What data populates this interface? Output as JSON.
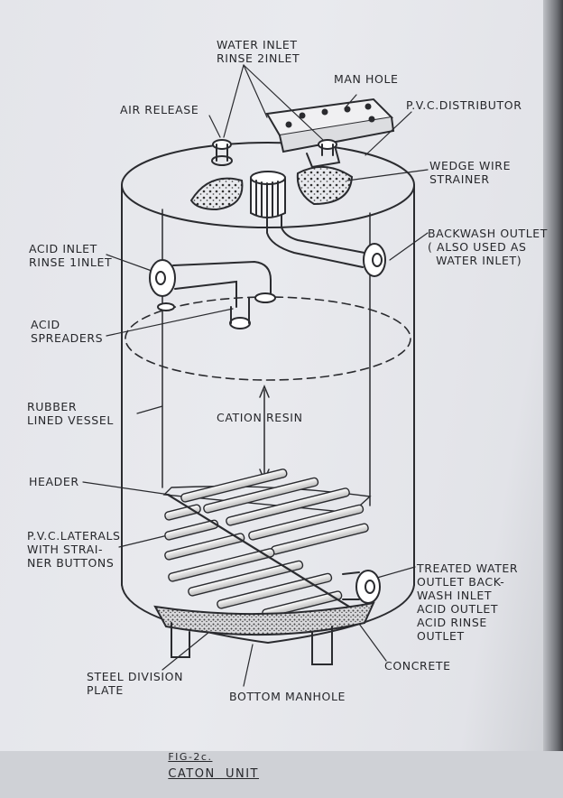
{
  "labels": {
    "water_inlet": "WATER INLET\nRINSE 2INLET",
    "man_hole": "MAN HOLE",
    "air_release": "AIR RELEASE",
    "pvc_distributor": "P.V.C.DISTRIBUTOR",
    "wedge_wire": "WEDGE WIRE\nSTRAINER",
    "backwash_outlet": "BACKWASH OUTLET\n( ALSO USED AS\n  WATER INLET)",
    "acid_inlet": "ACID INLET\nRINSE 1INLET",
    "acid_spreaders": "ACID\nSPREADERS",
    "rubber_lined": "RUBBER\nLINED VESSEL",
    "cation_resin": "CATION RESIN",
    "header": "HEADER",
    "pvc_laterals": "P.V.C.LATERALS\nWITH STRAI-\nNER BUTTONS",
    "treated_water": "TREATED WATER\nOUTLET BACK-\nWASH INLET\nACID OUTLET\nACID RINSE\nOUTLET",
    "concrete": "CONCRETE",
    "steel_plate": "STEEL DIVISION\nPLATE",
    "bottom_manhole": "BOTTOM MANHOLE"
  },
  "caption": {
    "fig": "FIG-2c.",
    "title": "CATON  UNIT"
  }
}
